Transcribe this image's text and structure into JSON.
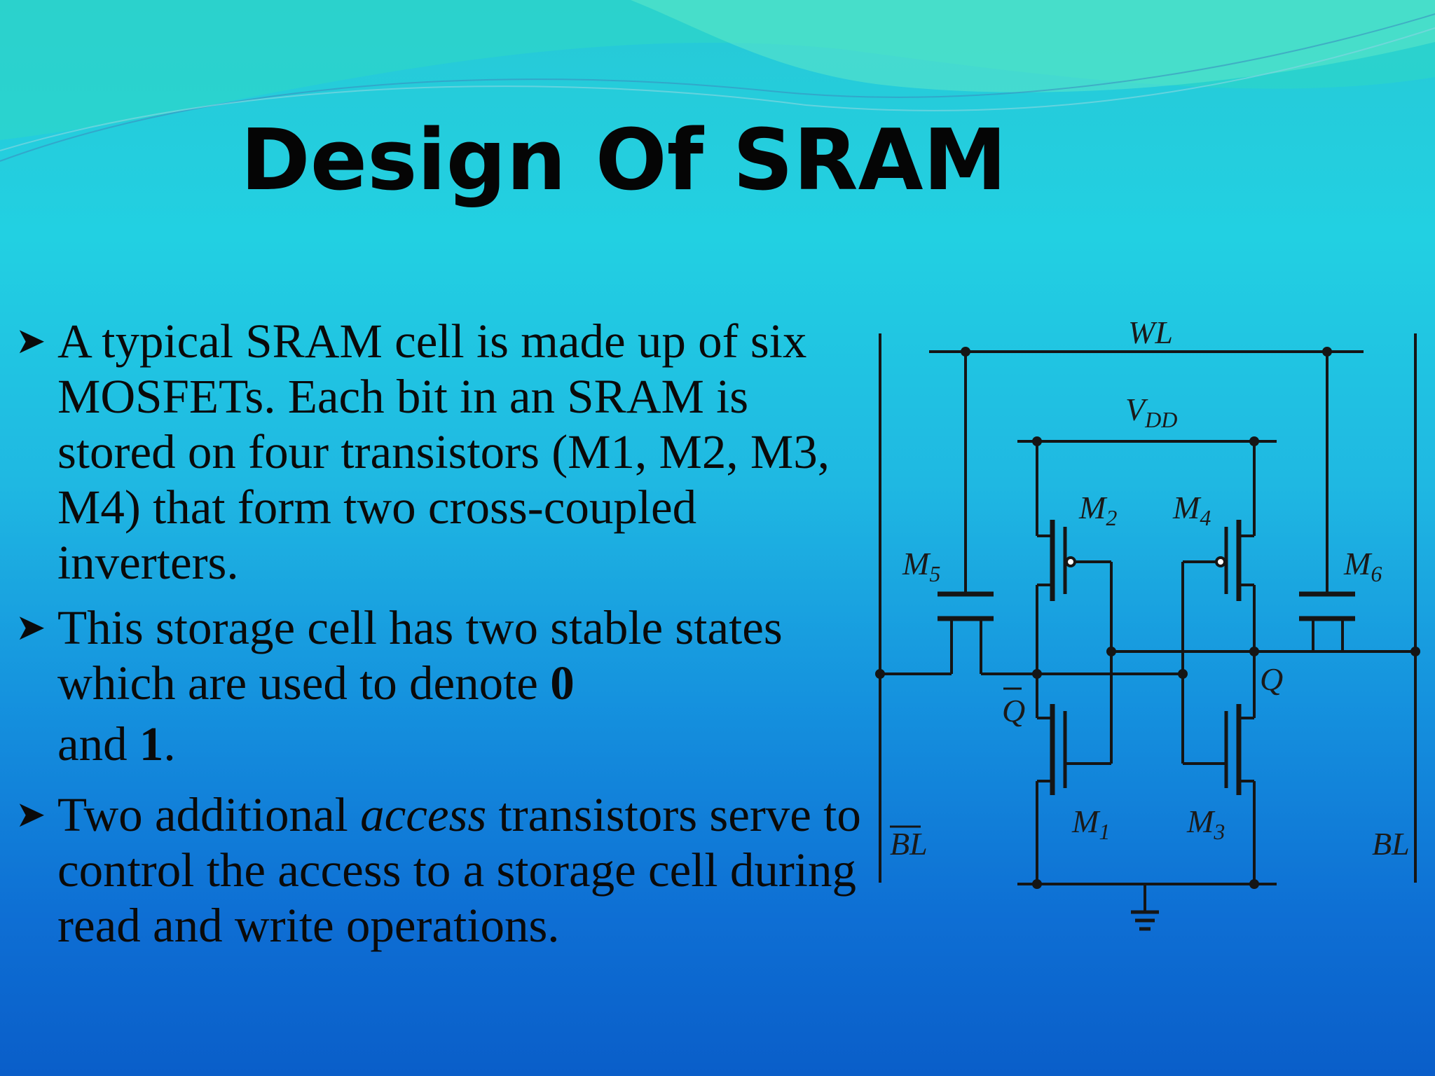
{
  "slide": {
    "title": "Design Of SRAM",
    "bullets": [
      {
        "text": "A typical SRAM cell is made up of six MOSFETs. Each bit in an SRAM is stored on four transistors (M1, M2, M3, M4) that form two cross-coupled inverters."
      },
      {
        "text_before": "This storage cell has two stable states which are used to denote ",
        "bold_0": "0",
        "text_mid": "and ",
        "bold_1": "1",
        "text_end": "."
      },
      {
        "text_before": "Two additional ",
        "italic": "access",
        "text_after": " transistors serve to control the access to a storage cell during read and write operations."
      }
    ]
  },
  "circuit": {
    "wordline": "WL",
    "vdd_main": "V",
    "vdd_sub": "DD",
    "bitline_bar": "BL",
    "bitline": "BL",
    "q": "Q",
    "q_bar": "Q",
    "transistors": [
      {
        "main": "M",
        "sub": "1"
      },
      {
        "main": "M",
        "sub": "2"
      },
      {
        "main": "M",
        "sub": "3"
      },
      {
        "main": "M",
        "sub": "4"
      },
      {
        "main": "M",
        "sub": "5"
      },
      {
        "main": "M",
        "sub": "6"
      }
    ]
  }
}
